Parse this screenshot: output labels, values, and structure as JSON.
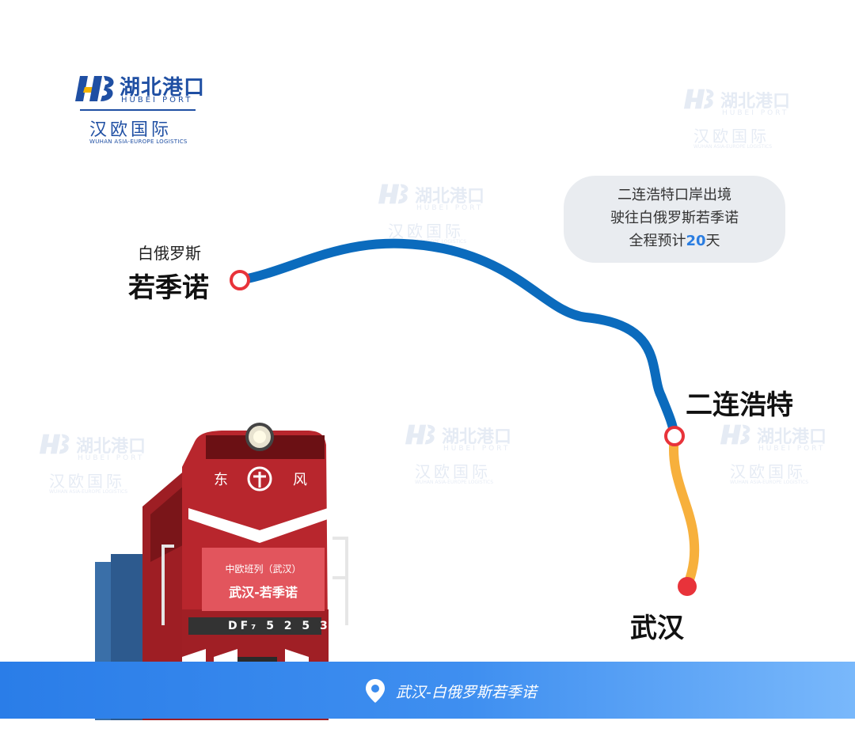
{
  "logo": {
    "brand_cn": "湖北港口",
    "brand_en": "HUBEI PORT",
    "sub_cn": "汉欧国际",
    "sub_en": "WUHAN ASIA-EUROPE LOGISTICS",
    "mark": "HB"
  },
  "route": {
    "origin": "武汉",
    "border": "二连浩特",
    "destination_country": "白俄罗斯",
    "destination": "若季诺",
    "colors": {
      "domestic": "#f7b03c",
      "international": "#0b6bbd",
      "node": "#e8333a"
    }
  },
  "info": {
    "line1": "二连浩特口岸出境",
    "line2": "驶往白俄罗斯若季诺",
    "line3_prefix": "全程预计",
    "days": "20",
    "line3_suffix": "天"
  },
  "train": {
    "plate_line1": "中欧班列（武汉）",
    "plate_line2": "武汉-若季诺",
    "unit_number": "DF₇ 5 2 5 3"
  },
  "bar": {
    "icon": "location-pin-icon",
    "text": "武汉-白俄罗斯若季诺",
    "color": "#2a7de8"
  }
}
